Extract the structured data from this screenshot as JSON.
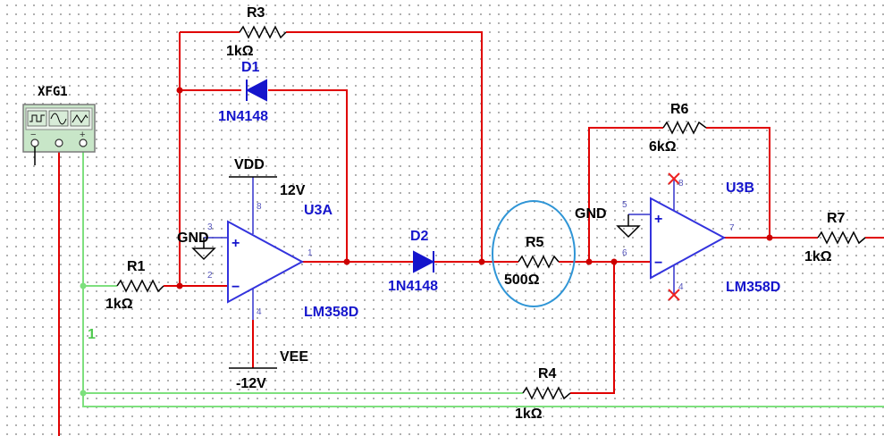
{
  "colors": {
    "wire": "#e00000",
    "wire_green": "#7ee07e",
    "component_blue": "#1515cc",
    "highlight": "#2f95d6",
    "unconnected_marker": "#ee2222"
  },
  "components": {
    "R1": {
      "ref": "R1",
      "value": "1kΩ"
    },
    "R3": {
      "ref": "R3",
      "value": "1kΩ"
    },
    "R4": {
      "ref": "R4",
      "value": "1kΩ"
    },
    "R5": {
      "ref": "R5",
      "value": "500Ω"
    },
    "R6": {
      "ref": "R6",
      "value": "6kΩ"
    },
    "R7": {
      "ref": "R7",
      "value": "1kΩ"
    },
    "D1": {
      "ref": "D1",
      "model": "1N4148"
    },
    "D2": {
      "ref": "D2",
      "model": "1N4148"
    },
    "U3A": {
      "ref": "U3A",
      "model": "LM358D",
      "pins": {
        "in_plus": "3",
        "in_minus": "2",
        "out": "1",
        "vpos": "8",
        "vneg": "4"
      }
    },
    "U3B": {
      "ref": "U3B",
      "model": "LM358D",
      "pins": {
        "in_plus": "5",
        "in_minus": "6",
        "out": "7",
        "vpos": "8",
        "vneg": "4"
      }
    },
    "XFG1": {
      "ref": "XFG1",
      "icons": [
        "square-wave-icon",
        "sine-wave-icon",
        "triangle-wave-icon"
      ],
      "terminals": [
        "−",
        "",
        "+"
      ]
    }
  },
  "power": {
    "vdd_label": "VDD",
    "vdd_value": "12V",
    "vee_label": "VEE",
    "vee_value": "-12V",
    "gnd_label": "GND"
  },
  "opamp_symbols": {
    "plus": "+",
    "minus": "−"
  },
  "net_labels": {
    "net1": "1"
  }
}
